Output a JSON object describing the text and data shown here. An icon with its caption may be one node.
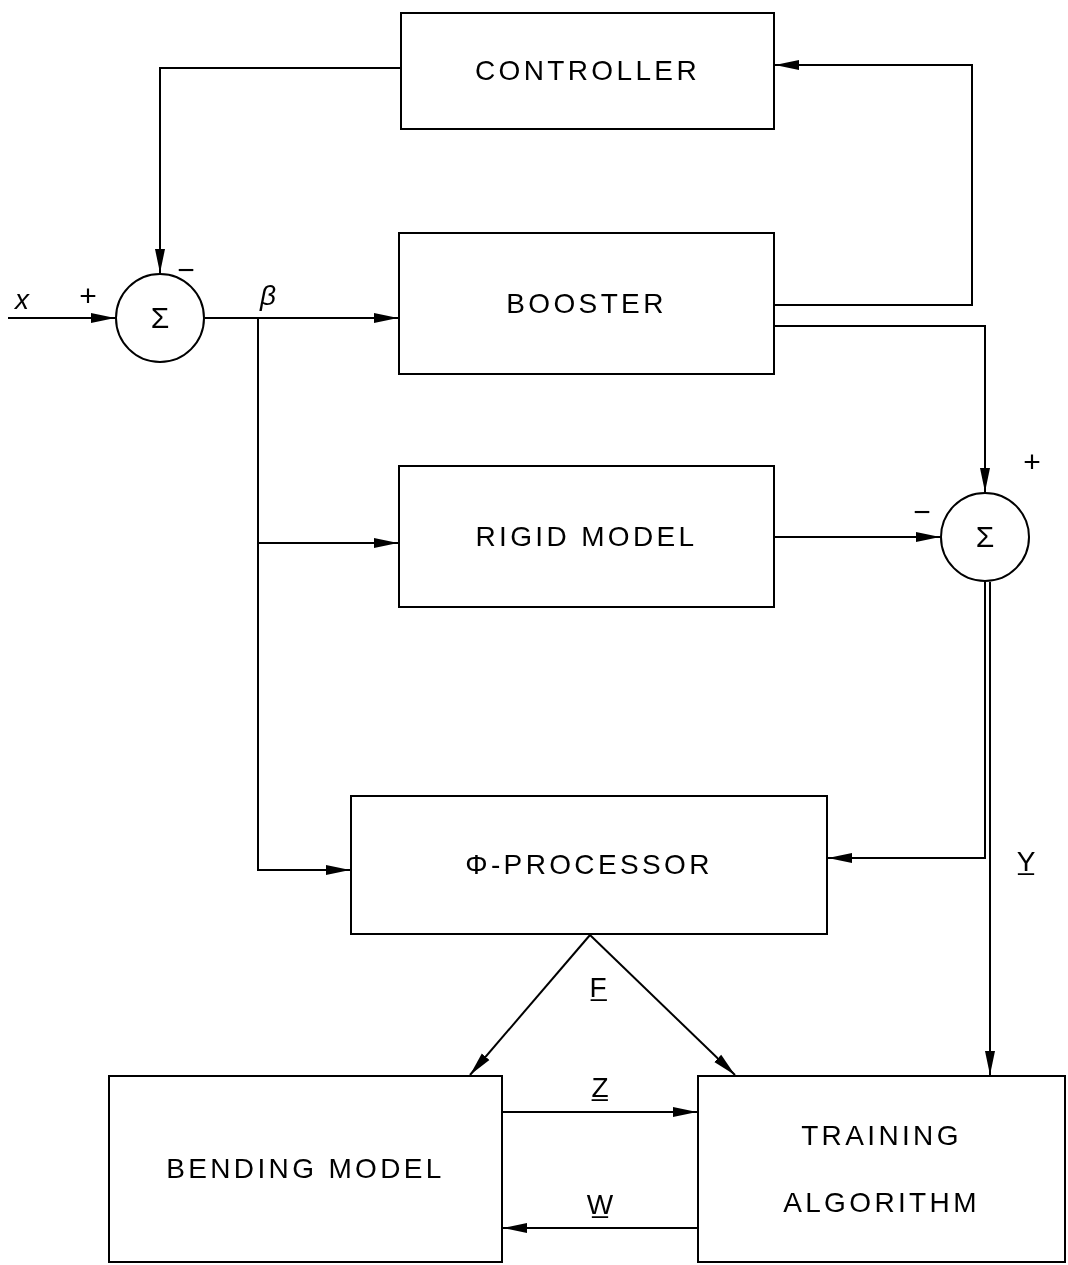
{
  "diagram": {
    "nodes": [
      {
        "text": [
          "CONTROLLER"
        ]
      },
      {
        "text": [
          "Σ"
        ]
      },
      {
        "text": [
          "BOOSTER"
        ]
      },
      {
        "text": [
          "RIGID MODEL"
        ]
      },
      {
        "text": [
          "Σ"
        ]
      },
      {
        "text": [
          "Φ-PROCESSOR"
        ]
      },
      {
        "text": [
          "BENDING MODEL"
        ]
      },
      {
        "text": [
          "TRAINING ALGORITHM"
        ]
      }
    ],
    "edges": [
      {
        "from": null,
        "to": 1,
        "arrow": "to",
        "label": "x"
      },
      {
        "from": 0,
        "to": 1,
        "arrow": "to"
      },
      {
        "from": 1,
        "to": 2,
        "arrow": "to",
        "label": "β"
      },
      {
        "from": 1,
        "to": 3,
        "arrow": "to"
      },
      {
        "from": 1,
        "to": 5,
        "arrow": "to"
      },
      {
        "from": 2,
        "to": 0,
        "arrow": "to"
      },
      {
        "from": 2,
        "to": 4,
        "arrow": "to"
      },
      {
        "from": 3,
        "to": 4,
        "arrow": "to"
      },
      {
        "from": 4,
        "to": 5,
        "arrow": "to"
      },
      {
        "from": 4,
        "to": 7,
        "arrow": "to",
        "label": "Y̲"
      },
      {
        "from": 5,
        "to": 6,
        "arrow": "to",
        "label": "F̲"
      },
      {
        "from": 5,
        "to": 7,
        "arrow": "to"
      },
      {
        "from": 6,
        "to": 7,
        "arrow": "to",
        "label": "Z̲"
      },
      {
        "from": 7,
        "to": 6,
        "arrow": "to",
        "label": "W̲"
      }
    ],
    "labels": [
      "+",
      "−",
      "+",
      "−"
    ]
  }
}
